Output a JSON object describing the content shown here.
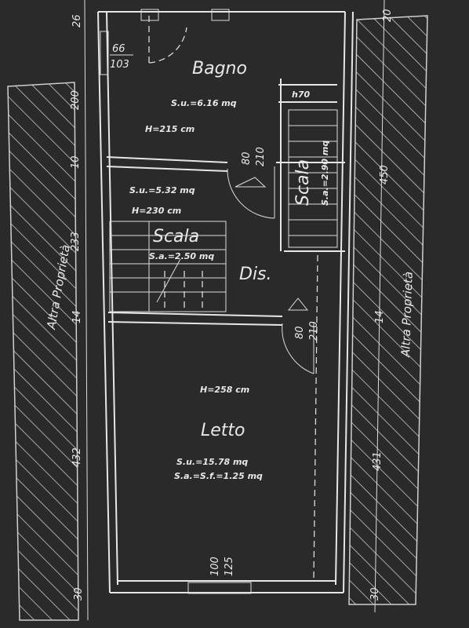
{
  "rooms": {
    "bagno": {
      "name": "Bagno",
      "area": "S.u.=6.16 mq",
      "height": "H=215 cm"
    },
    "disimpegno": {
      "name": "Dis.",
      "area": "S.u.=5.32 mq",
      "height": "H=230 cm"
    },
    "scala_centrale": {
      "name": "Scala",
      "area": "S.a.=2.50 mq"
    },
    "scala_destra": {
      "name": "Scala",
      "area": "S.a.=2.90 mq"
    },
    "letto": {
      "name": "Letto",
      "height": "H=258 cm",
      "area": "S.u.=15.78 mq",
      "area_extra": "S.a.=S.f.=1.25 mq"
    }
  },
  "openings": {
    "door_top": {
      "width": "66",
      "height": "103"
    },
    "window_h": "h70",
    "door_bagno": {
      "width": "80",
      "height": "210"
    },
    "door_letto": {
      "width": "80",
      "height": "210"
    },
    "window_bottom": {
      "width": "100",
      "height": "125"
    }
  },
  "dimensions": {
    "left": [
      "26",
      "200",
      "10",
      "233",
      "14",
      "432",
      "30"
    ],
    "right": [
      "20",
      "450",
      "14",
      "431",
      "30"
    ]
  },
  "neighbors": {
    "left": "Altra Proprietà",
    "right": "Altra Proprietà"
  },
  "colors": {
    "background": "#2a2a2a",
    "lines": "#e6e6e6"
  }
}
